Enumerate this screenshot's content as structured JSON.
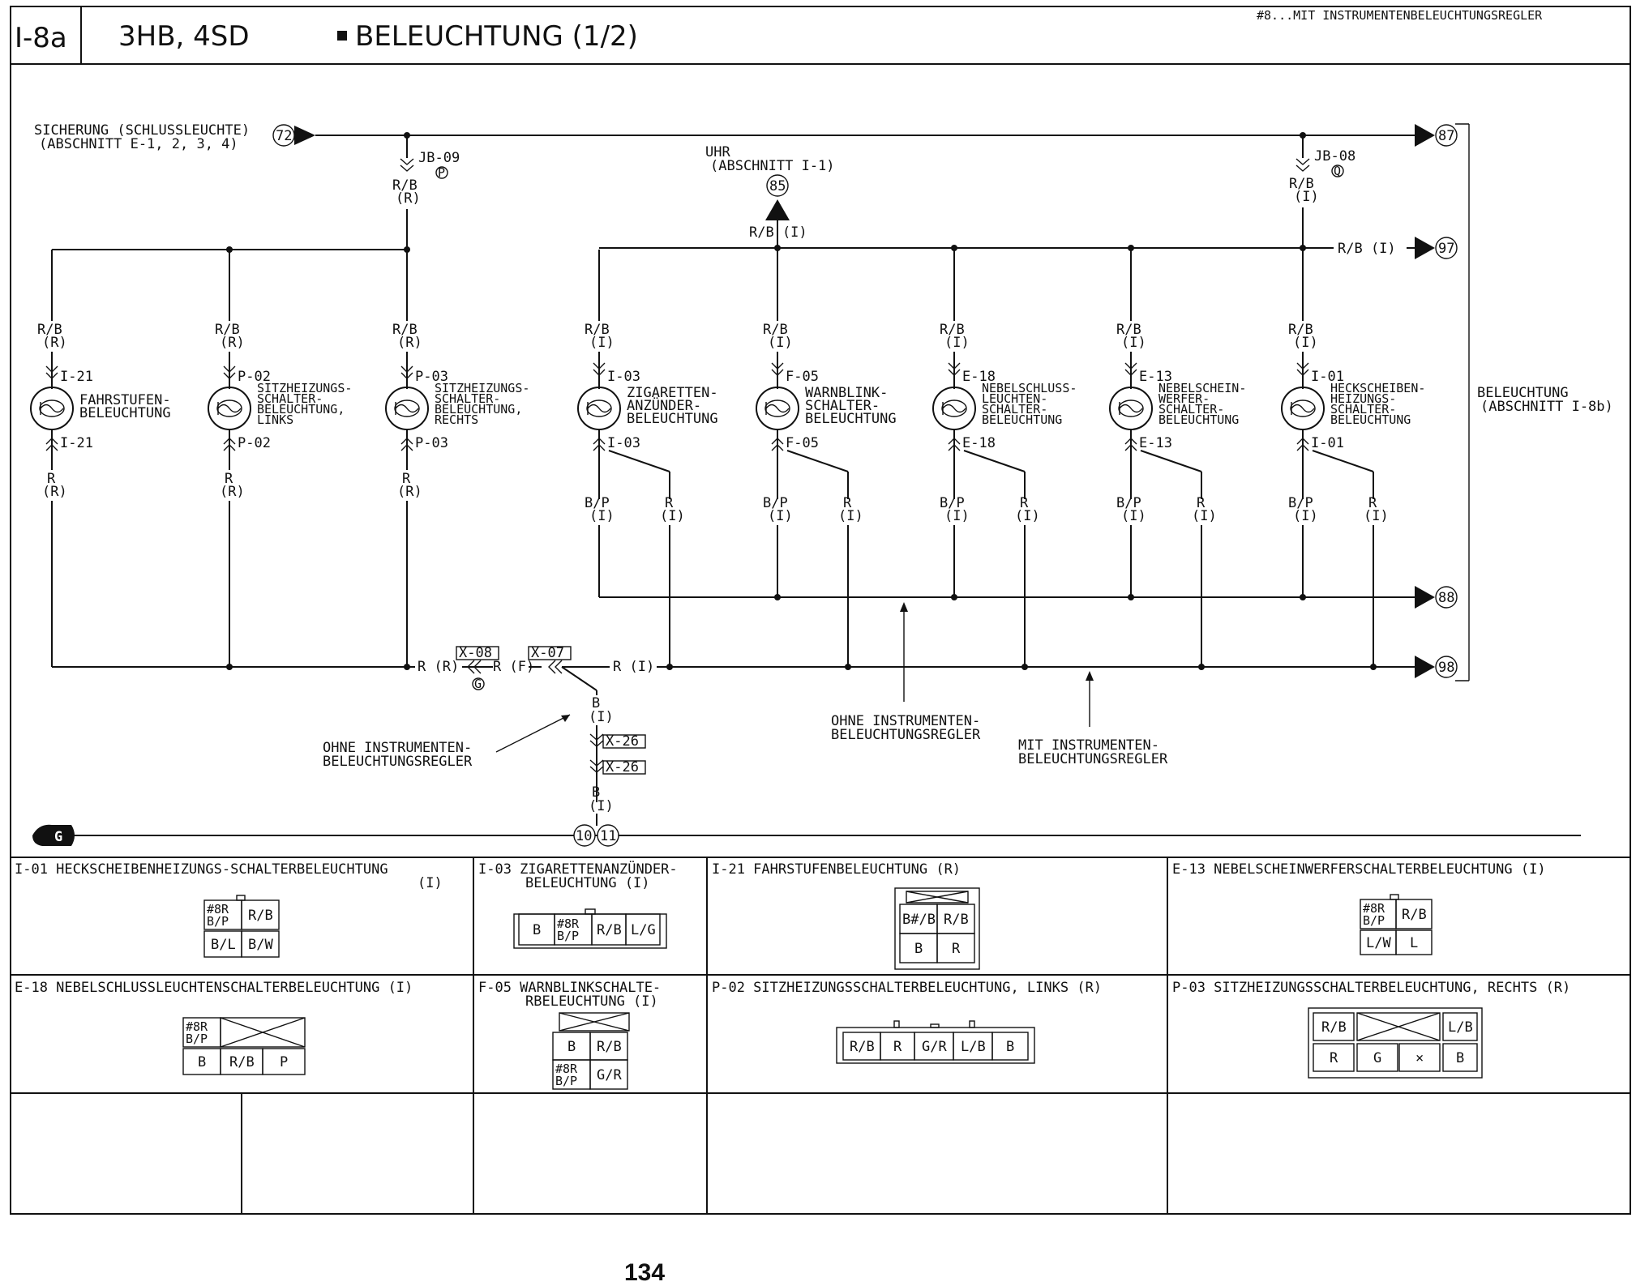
{
  "header": {
    "code": "I-8a",
    "models": "3HB, 4SD",
    "title": "BELEUCHTUNG (1/2)",
    "note": "#8...MIT INSTRUMENTENBELEUCHTUNGSREGLER"
  },
  "page_number": "134",
  "fuse": {
    "line1": "SICHERUNG (SCHLUSSLEUCHTE)",
    "line2": "(ABSCHNITT E-1, 2, 3, 4)",
    "ref": "72"
  },
  "uhr": {
    "line1": "UHR",
    "line2": "(ABSCHNITT I-1)",
    "ref": "85",
    "wire": "R/B (I)"
  },
  "junctions": [
    {
      "name": "JB-09",
      "pin": "P",
      "wire1": "R/B",
      "wire2": "(R)"
    },
    {
      "name": "JB-08",
      "pin": "Q",
      "wire1": "R/B",
      "wire2": "(I)"
    }
  ],
  "outputs": [
    "87",
    "97",
    "88",
    "98"
  ],
  "wire_97": "R/B (I)",
  "beleuchtung_ref": {
    "line1": "BELEUCHTUNG",
    "line2": "(ABSCHNITT I-8b)"
  },
  "lamps": [
    {
      "id": "I-21",
      "top_w": "R/B",
      "top_c": "(R)",
      "bot_w": "R",
      "bot_c": "(R)",
      "label": [
        "FAHRSTUFEN-",
        "BELEUCHTUNG"
      ]
    },
    {
      "id": "P-02",
      "top_w": "R/B",
      "top_c": "(R)",
      "bot_w": "R",
      "bot_c": "(R)",
      "label": [
        "SITZHEIZUNGS-",
        "SCHALTER-",
        "BELEUCHTUNG,",
        "LINKS"
      ]
    },
    {
      "id": "P-03",
      "top_w": "R/B",
      "top_c": "(R)",
      "bot_w": "R",
      "bot_c": "(R)",
      "label": [
        "SITZHEIZUNGS-",
        "SCHALTER-",
        "BELEUCHTUNG,",
        "RECHTS"
      ]
    },
    {
      "id": "I-03",
      "top_w": "R/B",
      "top_c": "(I)",
      "bp_w": "B/P",
      "bp_c": "(I)",
      "r_w": "R",
      "r_c": "(I)",
      "label": [
        "ZIGARETTEN-",
        "ANZÜNDER-",
        "BELEUCHTUNG"
      ]
    },
    {
      "id": "F-05",
      "top_w": "R/B",
      "top_c": "(I)",
      "bp_w": "B/P",
      "bp_c": "(I)",
      "r_w": "R",
      "r_c": "(I)",
      "label": [
        "WARNBLINK-",
        "SCHALTER-",
        "BELEUCHTUNG"
      ]
    },
    {
      "id": "E-18",
      "top_w": "R/B",
      "top_c": "(I)",
      "bp_w": "B/P",
      "bp_c": "(I)",
      "r_w": "R",
      "r_c": "(I)",
      "label": [
        "NEBELSCHLUSS-",
        "LEUCHTEN-",
        "SCHALTER-",
        "BELEUCHTUNG"
      ]
    },
    {
      "id": "E-13",
      "top_w": "R/B",
      "top_c": "(I)",
      "bp_w": "B/P",
      "bp_c": "(I)",
      "r_w": "R",
      "r_c": "(I)",
      "label": [
        "NEBELSCHEIN-",
        "WERFER-",
        "SCHALTER-",
        "BELEUCHTUNG"
      ]
    },
    {
      "id": "I-01",
      "top_w": "R/B",
      "top_c": "(I)",
      "bp_w": "B/P",
      "bp_c": "(I)",
      "r_w": "R",
      "r_c": "(I)",
      "label": [
        "HECKSCHEIBEN-",
        "HEIZUNGS-",
        "SCHALTER-",
        "BELEUCHTUNG"
      ]
    }
  ],
  "bottom_line": {
    "x08": "X-08",
    "x07": "X-07",
    "g": "G",
    "w1": "R (R)",
    "w2": "R (F)",
    "w3": "R (I)"
  },
  "ground_branch": {
    "w": "B",
    "c": "(I)",
    "x26a": "X-26",
    "x26b": "X-26",
    "n10": "10",
    "n11": "11",
    "gnd": "G"
  },
  "annotations": {
    "ohne1": [
      "OHNE INSTRUMENTEN-",
      "BELEUCHTUNGSREGLER"
    ],
    "ohne2": [
      "OHNE INSTRUMENTEN-",
      "BELEUCHTUNGSREGLER"
    ],
    "mit": [
      "MIT INSTRUMENTEN-",
      "BELEUCHTUNGSREGLER"
    ]
  },
  "connectors": [
    {
      "title1": "I-01 HECKSCHEIBENHEIZUNGS-SCHALTERBELEUCHTUNG",
      "title2": "(I)",
      "cells": [
        "#8R B/P",
        "R/B",
        "B/L",
        "B/W"
      ]
    },
    {
      "title1": "I-03 ZIGARETTENANZÜNDER-",
      "title2": "BELEUCHTUNG (I)",
      "cells": [
        "B",
        "#8R B/P",
        "R/B",
        "L/G"
      ]
    },
    {
      "title1": "I-21 FAHRSTUFENBELEUCHTUNG (R)",
      "title2": "",
      "cells": [
        "B#/B",
        "R/B",
        "B",
        "R"
      ]
    },
    {
      "title1": "E-13 NEBELSCHEINWERFERSCHALTERBELEUCHTUNG (I)",
      "title2": "",
      "cells": [
        "#8R B/P",
        "R/B",
        "L/W",
        "L"
      ]
    },
    {
      "title1": "E-18 NEBELSCHLUSSLEUCHTENSCHALTERBELEUCHTUNG (I)",
      "title2": "",
      "cells": [
        "#8R B/P",
        "B",
        "R/B",
        "P"
      ]
    },
    {
      "title1": "F-05 WARNBLINKSCHALTE-",
      "title2": "RBELEUCHTUNG (I)",
      "cells": [
        "B",
        "R/B",
        "#8R B/P",
        "G/R"
      ]
    },
    {
      "title1": "P-02 SITZHEIZUNGSSCHALTERBELEUCHTUNG, LINKS (R)",
      "title2": "",
      "cells": [
        "R/B",
        "R",
        "G/R",
        "L/B",
        "B"
      ]
    },
    {
      "title1": "P-03 SITZHEIZUNGSSCHALTERBELEUCHTUNG, RECHTS (R)",
      "title2": "",
      "cells": [
        "R/B",
        "L/B",
        "R",
        "G",
        "×",
        "B"
      ]
    }
  ]
}
